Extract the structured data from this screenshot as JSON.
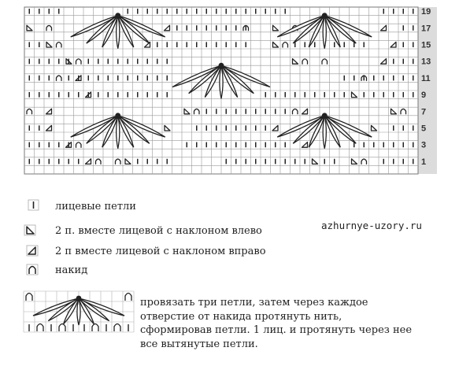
{
  "chart": {
    "cols": 40,
    "rows": 20,
    "row_numbers": [
      "19",
      "17",
      "15",
      "13",
      "11",
      "9",
      "7",
      "5",
      "3",
      "1"
    ],
    "colors": {
      "grid": "#9a9a9a",
      "border": "#777777",
      "symbol": "#222222",
      "margin": "#dcdcdc"
    }
  },
  "legend": {
    "items": [
      {
        "icon": "knit-stitch-icon",
        "label": "лицевые петли"
      },
      {
        "icon": "k2tog-left-icon",
        "label": "2 п. вместе лицевой с наклоном влево"
      },
      {
        "icon": "k2tog-right-icon",
        "label": "2 п вместе лицевой с наклоном вправо"
      },
      {
        "icon": "yarn-over-icon",
        "label": "накид"
      }
    ],
    "site": "azhurnye-uzory.ru"
  },
  "cluster_explanation": {
    "lines": [
      "провязать три петли, затем через каждое",
      "отверстие от накида протянуть нить,",
      "сформировав петли. 1 лиц. и протянуть через нее",
      "все вытянутые петли."
    ]
  }
}
